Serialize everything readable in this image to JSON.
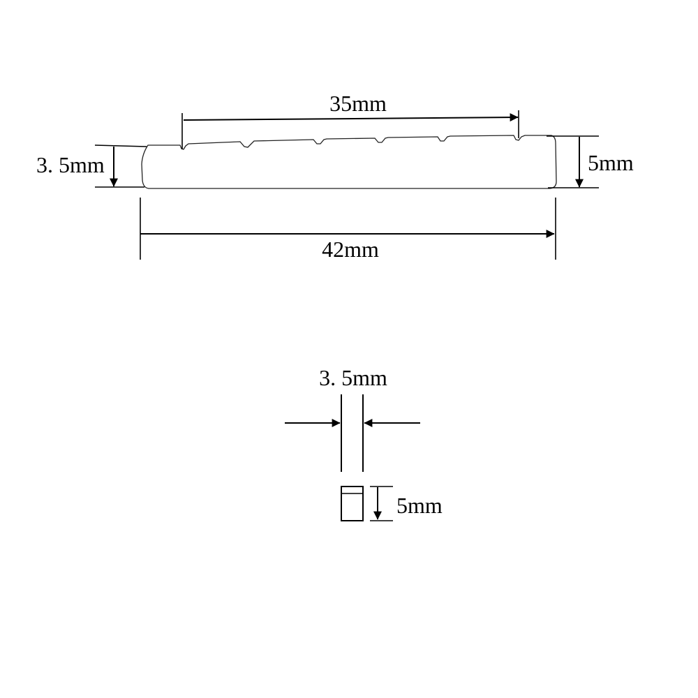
{
  "dimensions": {
    "slot_span": "35mm",
    "total_length": "42mm",
    "left_height": "3. 5mm",
    "right_height": "5mm",
    "thickness": "3. 5mm",
    "end_height": "5mm"
  },
  "colors": {
    "ink": "#000000",
    "background": "#ffffff"
  }
}
